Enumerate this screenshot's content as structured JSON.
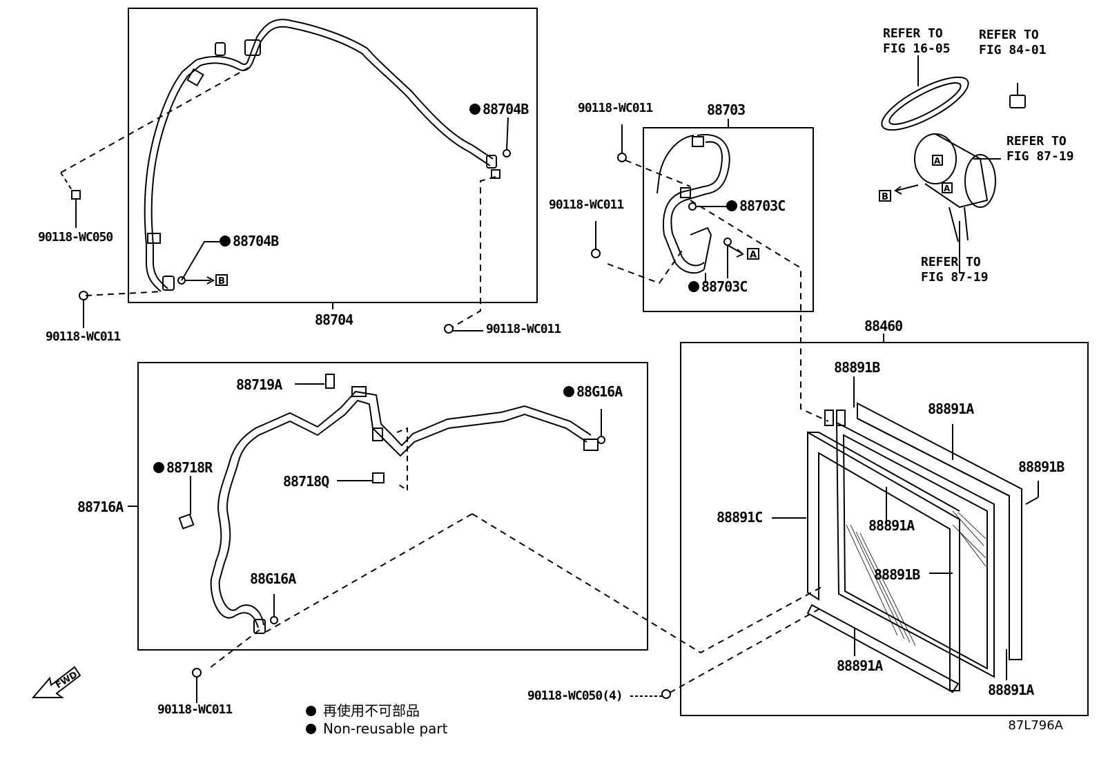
{
  "labels": {
    "p88704": "88704",
    "p88704B_top": "88704B",
    "p88704B_left": "88704B",
    "p90118_WC050_left": "90118-WC050",
    "p90118_WC011_left": "90118-WC011",
    "p90118_WC011_mid": "90118-WC011",
    "p88703": "88703",
    "p90118_WC011_top": "90118-WC011",
    "p90118_WC011_top2": "90118-WC011",
    "p88703C_top": "88703C",
    "p88703C_bottom": "88703C",
    "p88460": "88460",
    "p88891B_1": "88891B",
    "p88891A_1": "88891A",
    "p88891B_2": "88891B",
    "p88891C": "88891C",
    "p88891A_2": "88891A",
    "p88891B_3": "88891B",
    "p88891A_3": "88891A",
    "p88891A_4": "88891A",
    "p90118_WC050_4": "90118-WC050(4)",
    "p88719A": "88719A",
    "p88G16A_top": "88G16A",
    "p88718R": "88718R",
    "p88718Q": "88718Q",
    "p88716A": "88716A",
    "p88G16A_bottom": "88G16A",
    "p90118_WC011_bottom": "90118-WC011"
  },
  "refer": {
    "fig1605": [
      "REFER TO",
      "FIG 16-05"
    ],
    "fig8401": [
      "REFER TO",
      "FIG 84-01"
    ],
    "fig8719a": [
      "REFER TO",
      "FIG 87-19"
    ],
    "fig8719b": [
      "REFER TO",
      "FIG 87-19"
    ]
  },
  "markers": {
    "a": "A",
    "b": "B"
  },
  "fwd": "FWD",
  "legend": {
    "line1": "再使用不可部品",
    "line2": "Non-reusable part"
  },
  "diagram_code": "87L796A"
}
